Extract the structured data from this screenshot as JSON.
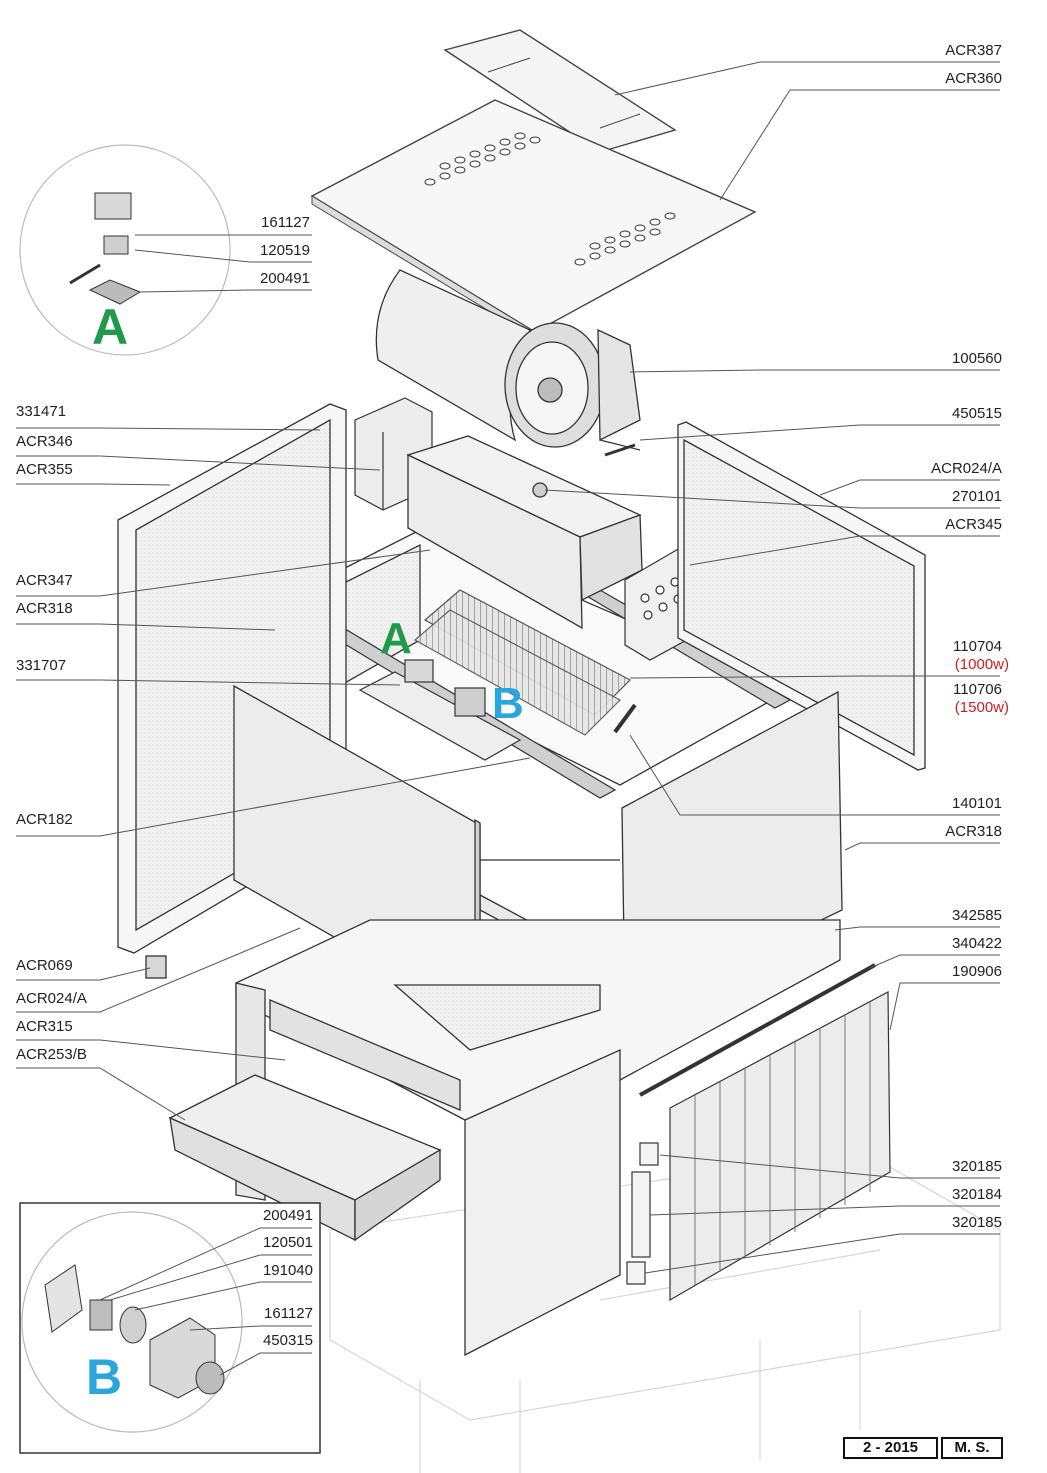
{
  "diagram": {
    "callouts_left": [
      {
        "id": "331471",
        "text": "331471"
      },
      {
        "id": "ACR346",
        "text": "ACR346"
      },
      {
        "id": "ACR355",
        "text": "ACR355"
      },
      {
        "id": "ACR347",
        "text": "ACR347"
      },
      {
        "id": "ACR318a",
        "text": "ACR318"
      },
      {
        "id": "331707",
        "text": "331707"
      },
      {
        "id": "ACR182",
        "text": "ACR182"
      },
      {
        "id": "ACR069",
        "text": "ACR069"
      },
      {
        "id": "ACR024A_left",
        "text": "ACR024/A"
      },
      {
        "id": "ACR315",
        "text": "ACR315"
      },
      {
        "id": "ACR253B",
        "text": "ACR253/B"
      }
    ],
    "callouts_right": [
      {
        "id": "ACR387",
        "text": "ACR387"
      },
      {
        "id": "ACR360",
        "text": "ACR360"
      },
      {
        "id": "100560",
        "text": "100560"
      },
      {
        "id": "450515",
        "text": "450515"
      },
      {
        "id": "ACR024A_right",
        "text": "ACR024/A"
      },
      {
        "id": "270101",
        "text": "270101"
      },
      {
        "id": "ACR345",
        "text": "ACR345"
      },
      {
        "id": "110704",
        "text": "110704",
        "note": "(1000w)"
      },
      {
        "id": "110706",
        "text": "110706",
        "note": "(1500w)"
      },
      {
        "id": "140101",
        "text": "140101"
      },
      {
        "id": "ACR318b",
        "text": "ACR318"
      },
      {
        "id": "342585",
        "text": "342585"
      },
      {
        "id": "340422",
        "text": "340422"
      },
      {
        "id": "190906",
        "text": "190906"
      },
      {
        "id": "320185a",
        "text": "320185"
      },
      {
        "id": "320184",
        "text": "320184"
      },
      {
        "id": "320185b",
        "text": "320185"
      }
    ],
    "detail_a": {
      "letter": "A",
      "color": "#1f9a4a",
      "callouts": [
        {
          "id": "161127",
          "text": "161127"
        },
        {
          "id": "120519",
          "text": "120519"
        },
        {
          "id": "200491",
          "text": "200491"
        }
      ]
    },
    "detail_b": {
      "letter": "B",
      "color": "#2aa6dc",
      "callouts": [
        {
          "id": "200491",
          "text": "200491"
        },
        {
          "id": "120501",
          "text": "120501"
        },
        {
          "id": "191040",
          "text": "191040"
        },
        {
          "id": "161127",
          "text": "161127"
        },
        {
          "id": "450315",
          "text": "450315"
        }
      ]
    },
    "marker_a": "A",
    "marker_b": "B",
    "footer": {
      "date": "2 - 2015",
      "author": "M. S."
    }
  }
}
